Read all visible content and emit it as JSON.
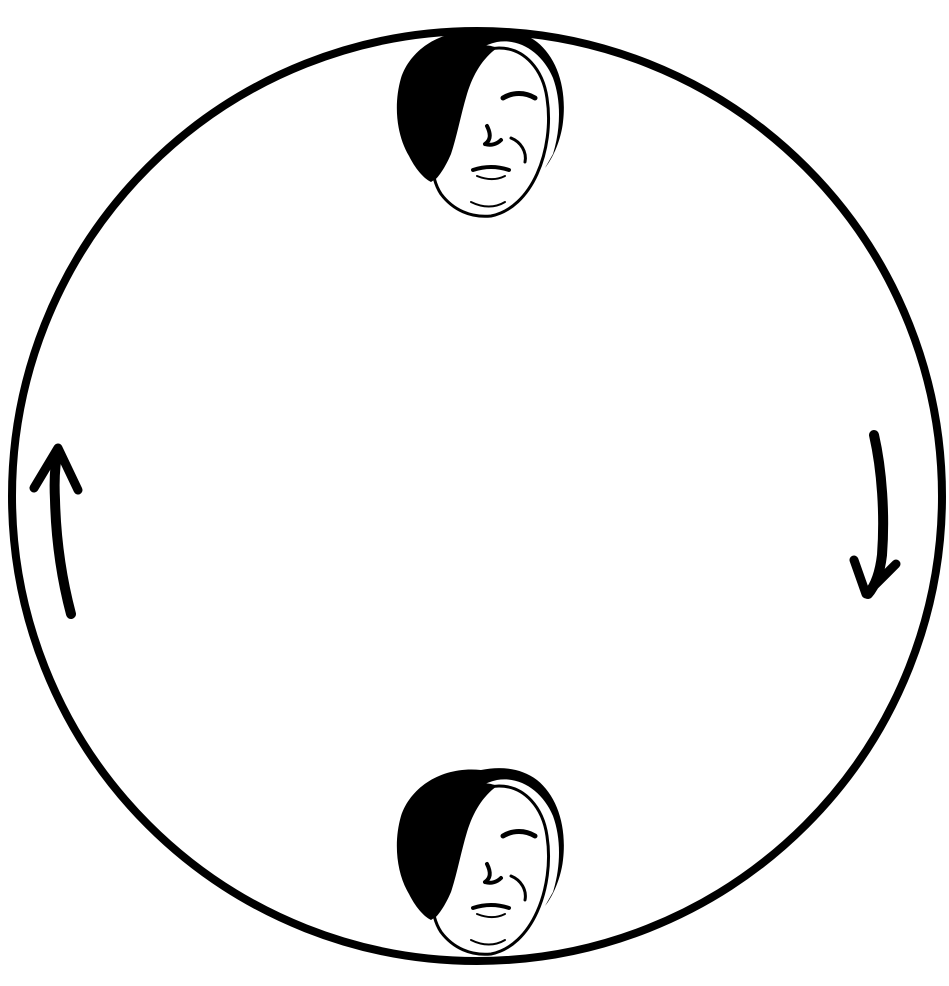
{
  "diagram": {
    "ring": {
      "stroke_color": "#000000",
      "fill_color": "#ffffff"
    },
    "faces": [
      {
        "id": "top",
        "icon": "face-icon"
      },
      {
        "id": "bottom",
        "icon": "face-icon"
      }
    ],
    "arrows": [
      {
        "id": "left",
        "direction": "up",
        "icon": "arrow-up-icon"
      },
      {
        "id": "right",
        "direction": "down",
        "icon": "arrow-down-icon"
      }
    ],
    "rotation": "clockwise",
    "colors": {
      "ink": "#000000",
      "skin": "#ffffff",
      "background": "#ffffff"
    }
  }
}
